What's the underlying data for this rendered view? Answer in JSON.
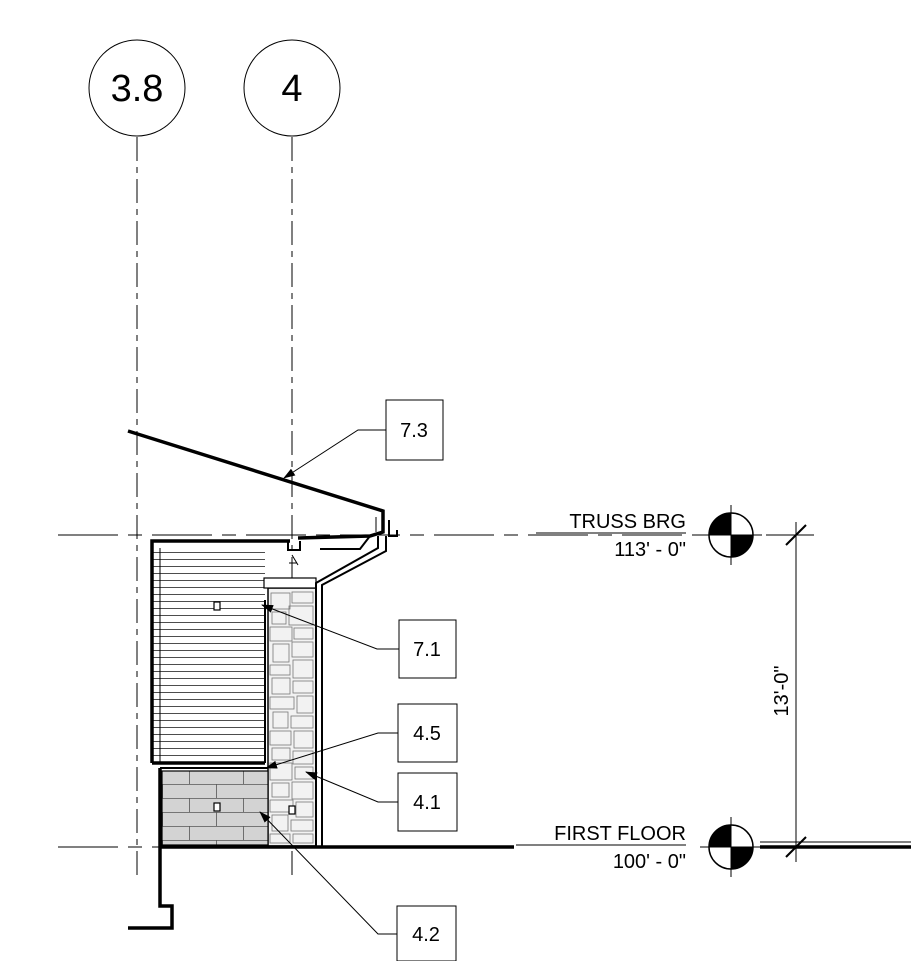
{
  "grid_bubbles": [
    {
      "label": "3.8"
    },
    {
      "label": "4"
    }
  ],
  "levels": [
    {
      "name": "TRUSS BRG",
      "elevation": "113' - 0\""
    },
    {
      "name": "FIRST FLOOR",
      "elevation": "100' - 0\""
    }
  ],
  "dimension": {
    "value": "13'-0\""
  },
  "keynotes": [
    {
      "label": "7.3"
    },
    {
      "label": "7.1"
    },
    {
      "label": "4.5"
    },
    {
      "label": "4.1"
    },
    {
      "label": "4.2"
    }
  ]
}
